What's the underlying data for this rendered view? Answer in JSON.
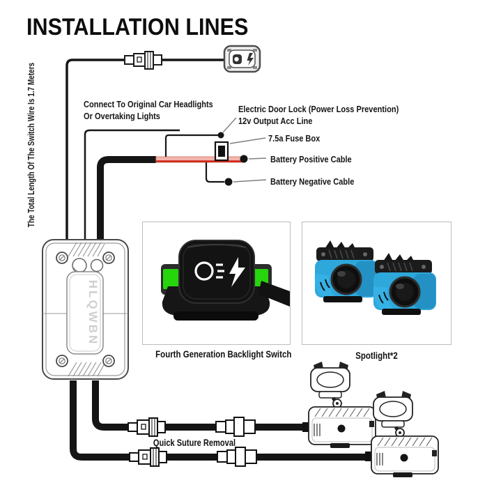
{
  "title": "INSTALLATION LINES",
  "side_note": "The Total Length Of The Switch Wire Is 1.7 Meters",
  "device": {
    "logo": "HLQWBN"
  },
  "labels": {
    "connect_line1": "Connect To Original Car Headlights",
    "connect_line2": "Or Overtaking Lights",
    "door_line1": "Electric Door Lock (Power Loss Prevention)",
    "door_line2": "12v Output Acc Line",
    "fuse": "7.5a Fuse Box",
    "battery_positive": "Battery Positive Cable",
    "battery_negative": "Battery Negative Cable",
    "quick_suture": "Quick Suture Removal"
  },
  "panels": {
    "switch": {
      "caption": "Fourth Generation Backlight Switch"
    },
    "spotlight": {
      "caption": "Spotlight*2"
    }
  },
  "colors": {
    "wire_red_line": "#ce2113",
    "wire_red_fill": "#f3b5ab",
    "indicator_green": "#26d50c",
    "spotlight_blue": "#2ea7db"
  }
}
